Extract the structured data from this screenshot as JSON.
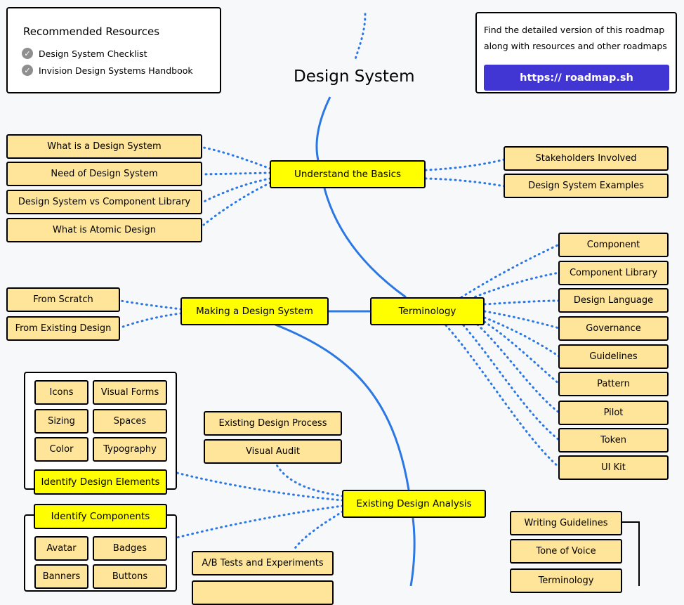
{
  "title": "Design System",
  "resources": {
    "heading": "Recommended Resources",
    "items": [
      "Design System Checklist",
      "Invision Design Systems Handbook"
    ]
  },
  "info": {
    "line1": "Find the detailed version of this roadmap",
    "line2": "along with resources and other roadmaps",
    "url": "https:// roadmap.sh"
  },
  "basics": {
    "main": "Understand the Basics",
    "left": [
      "What is a Design System",
      "Need of Design System",
      "Design System vs Component Library",
      "What is Atomic Design"
    ],
    "right": [
      "Stakeholders Involved",
      "Design System Examples"
    ]
  },
  "making": {
    "main": "Making a Design System",
    "left": [
      "From Scratch",
      "From Existing Design"
    ]
  },
  "terminology": {
    "main": "Terminology",
    "items": [
      "Component",
      "Component Library",
      "Design Language",
      "Governance",
      "Guidelines",
      "Pattern",
      "Pilot",
      "Token",
      "UI Kit"
    ]
  },
  "elements": {
    "items": [
      "Icons",
      "Visual Forms",
      "Sizing",
      "Spaces",
      "Color",
      "Typography"
    ],
    "label": "Identify Design Elements"
  },
  "components": {
    "label": "Identify Components",
    "items": [
      "Avatar",
      "Badges",
      "Banners",
      "Buttons"
    ]
  },
  "analysis": {
    "main": "Existing Design Analysis",
    "process": "Existing Design Process",
    "audit": "Visual Audit",
    "ab": "A/B Tests and Experiments"
  },
  "writing": {
    "items": [
      "Writing Guidelines",
      "Tone of Voice",
      "Terminology"
    ]
  },
  "colors": {
    "node": "#ffe599",
    "main": "#ffff00",
    "spine": "#2b78e4",
    "link": "#2b78e4",
    "button": "#4136d4"
  }
}
